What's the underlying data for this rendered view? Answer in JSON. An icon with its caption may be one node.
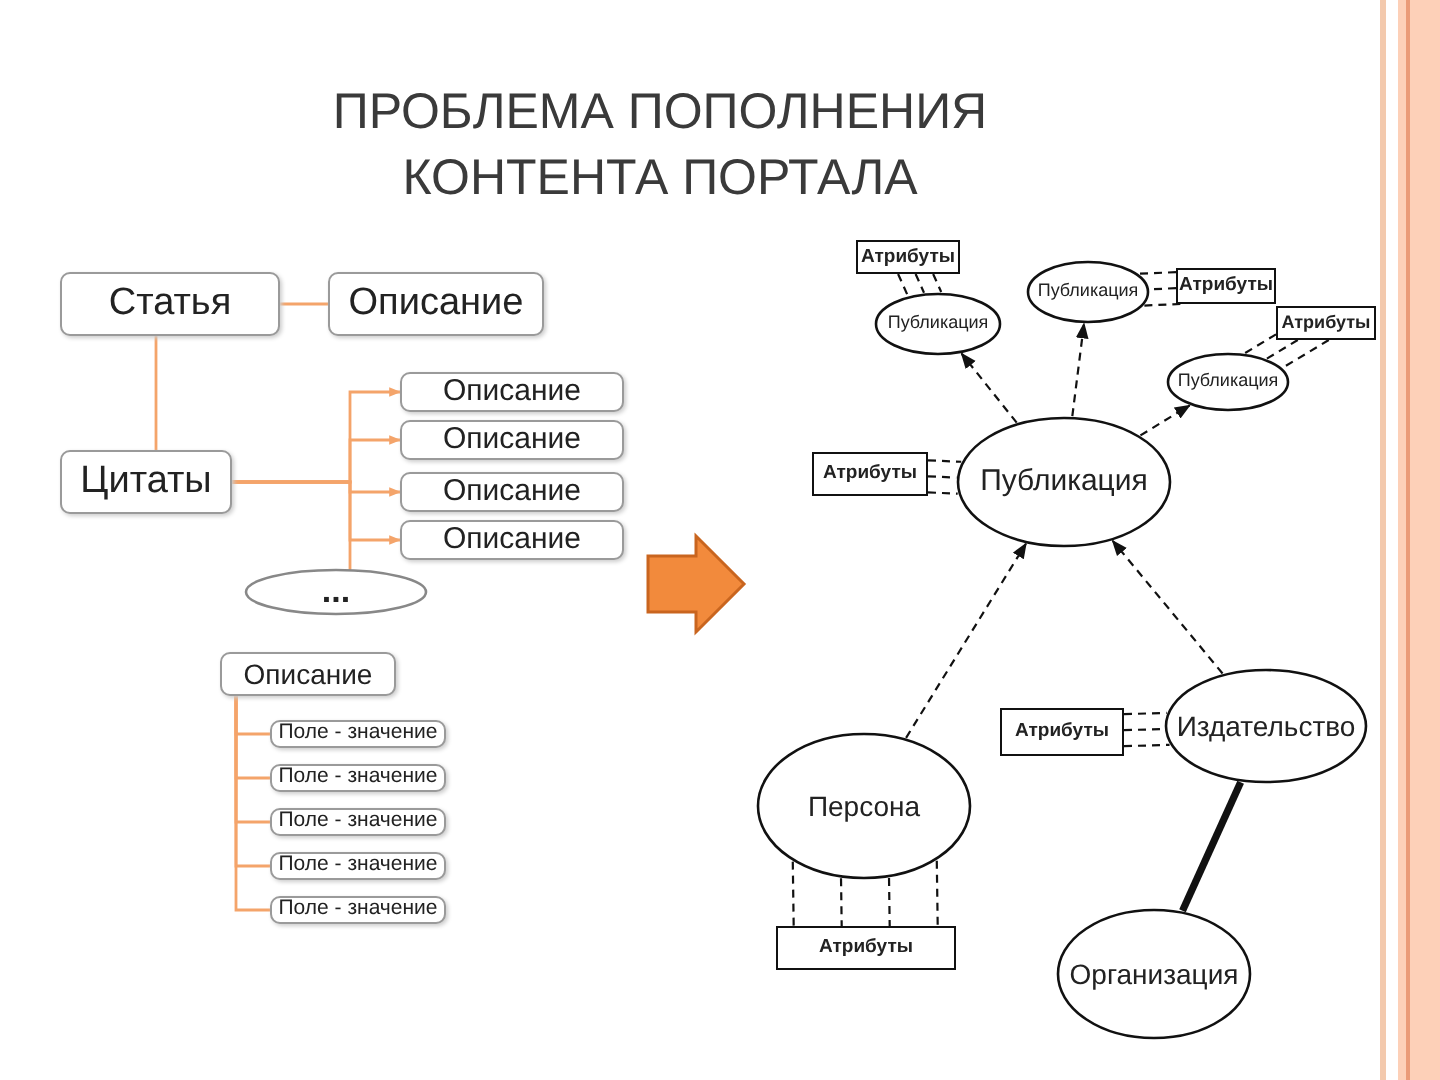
{
  "diagram": {
    "title": "ПРОБЛЕМА ПОПОЛНЕНИЯ КОНТЕНТА ПОРТАЛА",
    "nodes": [
      {
        "text": [
          "Статья"
        ]
      },
      {
        "text": [
          "Описание"
        ]
      },
      {
        "text": [
          "Цитаты"
        ]
      },
      {
        "text": [
          "Описание"
        ]
      },
      {
        "text": [
          "Описание"
        ]
      },
      {
        "text": [
          "Описание"
        ]
      },
      {
        "text": [
          "Описание"
        ]
      },
      {
        "text": [
          "..."
        ]
      },
      {
        "text": [
          "Описание"
        ]
      },
      {
        "text": [
          "Поле - значение"
        ]
      },
      {
        "text": [
          "Поле - значение"
        ]
      },
      {
        "text": [
          "Поле - значение"
        ]
      },
      {
        "text": [
          "Поле - значение"
        ]
      },
      {
        "text": [
          "Поле - значение"
        ]
      },
      {
        "text": [
          "Атрибуты"
        ]
      },
      {
        "text": [
          "Публикация"
        ]
      },
      {
        "text": [
          "Публикация"
        ]
      },
      {
        "text": [
          "Атрибуты"
        ]
      },
      {
        "text": [
          "Атрибуты"
        ]
      },
      {
        "text": [
          "Публикация"
        ]
      },
      {
        "text": [
          "Атрибуты"
        ]
      },
      {
        "text": [
          "Публикация"
        ]
      },
      {
        "text": [
          "Атрибуты"
        ]
      },
      {
        "text": [
          "Издательство"
        ]
      },
      {
        "text": [
          "Персона"
        ]
      },
      {
        "text": [
          "Атрибуты"
        ]
      },
      {
        "text": [
          "Организация"
        ]
      }
    ],
    "edges": [
      {
        "from": 0,
        "to": 1,
        "arrow": "none",
        "color": "#f4a46a"
      },
      {
        "from": 0,
        "to": 2,
        "arrow": "none",
        "color": "#f4a46a"
      },
      {
        "from": 2,
        "to": 3,
        "arrow": "to",
        "color": "#f4a46a"
      },
      {
        "from": 2,
        "to": 4,
        "arrow": "to",
        "color": "#f4a46a"
      },
      {
        "from": 2,
        "to": 5,
        "arrow": "to",
        "color": "#f4a46a"
      },
      {
        "from": 2,
        "to": 6,
        "arrow": "to",
        "color": "#f4a46a"
      },
      {
        "from": 2,
        "to": 7,
        "arrow": "none",
        "color": "#f4a46a"
      },
      {
        "from": 8,
        "to": 9,
        "arrow": "none",
        "color": "#f4a46a"
      },
      {
        "from": 8,
        "to": 10,
        "arrow": "none",
        "color": "#f4a46a"
      },
      {
        "from": 8,
        "to": 11,
        "arrow": "none",
        "color": "#f4a46a"
      },
      {
        "from": 8,
        "to": 12,
        "arrow": "none",
        "color": "#f4a46a"
      },
      {
        "from": 8,
        "to": 13,
        "arrow": "none",
        "color": "#f4a46a"
      },
      {
        "from": 14,
        "to": 15,
        "arrow": "none",
        "style": "dashed"
      },
      {
        "from": 14,
        "to": 15,
        "arrow": "none",
        "style": "dashed"
      },
      {
        "from": 14,
        "to": 15,
        "arrow": "none",
        "style": "dashed"
      },
      {
        "from": 17,
        "to": 16,
        "arrow": "none",
        "style": "dashed"
      },
      {
        "from": 17,
        "to": 16,
        "arrow": "none",
        "style": "dashed"
      },
      {
        "from": 17,
        "to": 16,
        "arrow": "none",
        "style": "dashed"
      },
      {
        "from": 18,
        "to": 19,
        "arrow": "none",
        "style": "dashed"
      },
      {
        "from": 18,
        "to": 19,
        "arrow": "none",
        "style": "dashed"
      },
      {
        "from": 18,
        "to": 19,
        "arrow": "none",
        "style": "dashed"
      },
      {
        "from": 21,
        "to": 15,
        "arrow": "to",
        "style": "dashed"
      },
      {
        "from": 21,
        "to": 16,
        "arrow": "to",
        "style": "dashed"
      },
      {
        "from": 21,
        "to": 19,
        "arrow": "to",
        "style": "dashed"
      },
      {
        "from": 20,
        "to": 21,
        "arrow": "none",
        "style": "dashed"
      },
      {
        "from": 20,
        "to": 21,
        "arrow": "none",
        "style": "dashed"
      },
      {
        "from": 20,
        "to": 21,
        "arrow": "none",
        "style": "dashed"
      },
      {
        "from": 24,
        "to": 21,
        "arrow": "to",
        "style": "dashed"
      },
      {
        "from": 23,
        "to": 21,
        "arrow": "to",
        "style": "dashed"
      },
      {
        "from": 22,
        "to": 23,
        "arrow": "none",
        "style": "dashed"
      },
      {
        "from": 22,
        "to": 23,
        "arrow": "none",
        "style": "dashed"
      },
      {
        "from": 22,
        "to": 23,
        "arrow": "none",
        "style": "dashed"
      },
      {
        "from": 24,
        "to": 25,
        "arrow": "none",
        "style": "dashed"
      },
      {
        "from": 24,
        "to": 25,
        "arrow": "none",
        "style": "dashed"
      },
      {
        "from": 24,
        "to": 25,
        "arrow": "none",
        "style": "dashed"
      },
      {
        "from": 24,
        "to": 25,
        "arrow": "none",
        "style": "dashed"
      },
      {
        "from": 23,
        "to": 26,
        "arrow": "none",
        "style": "thick"
      }
    ]
  }
}
